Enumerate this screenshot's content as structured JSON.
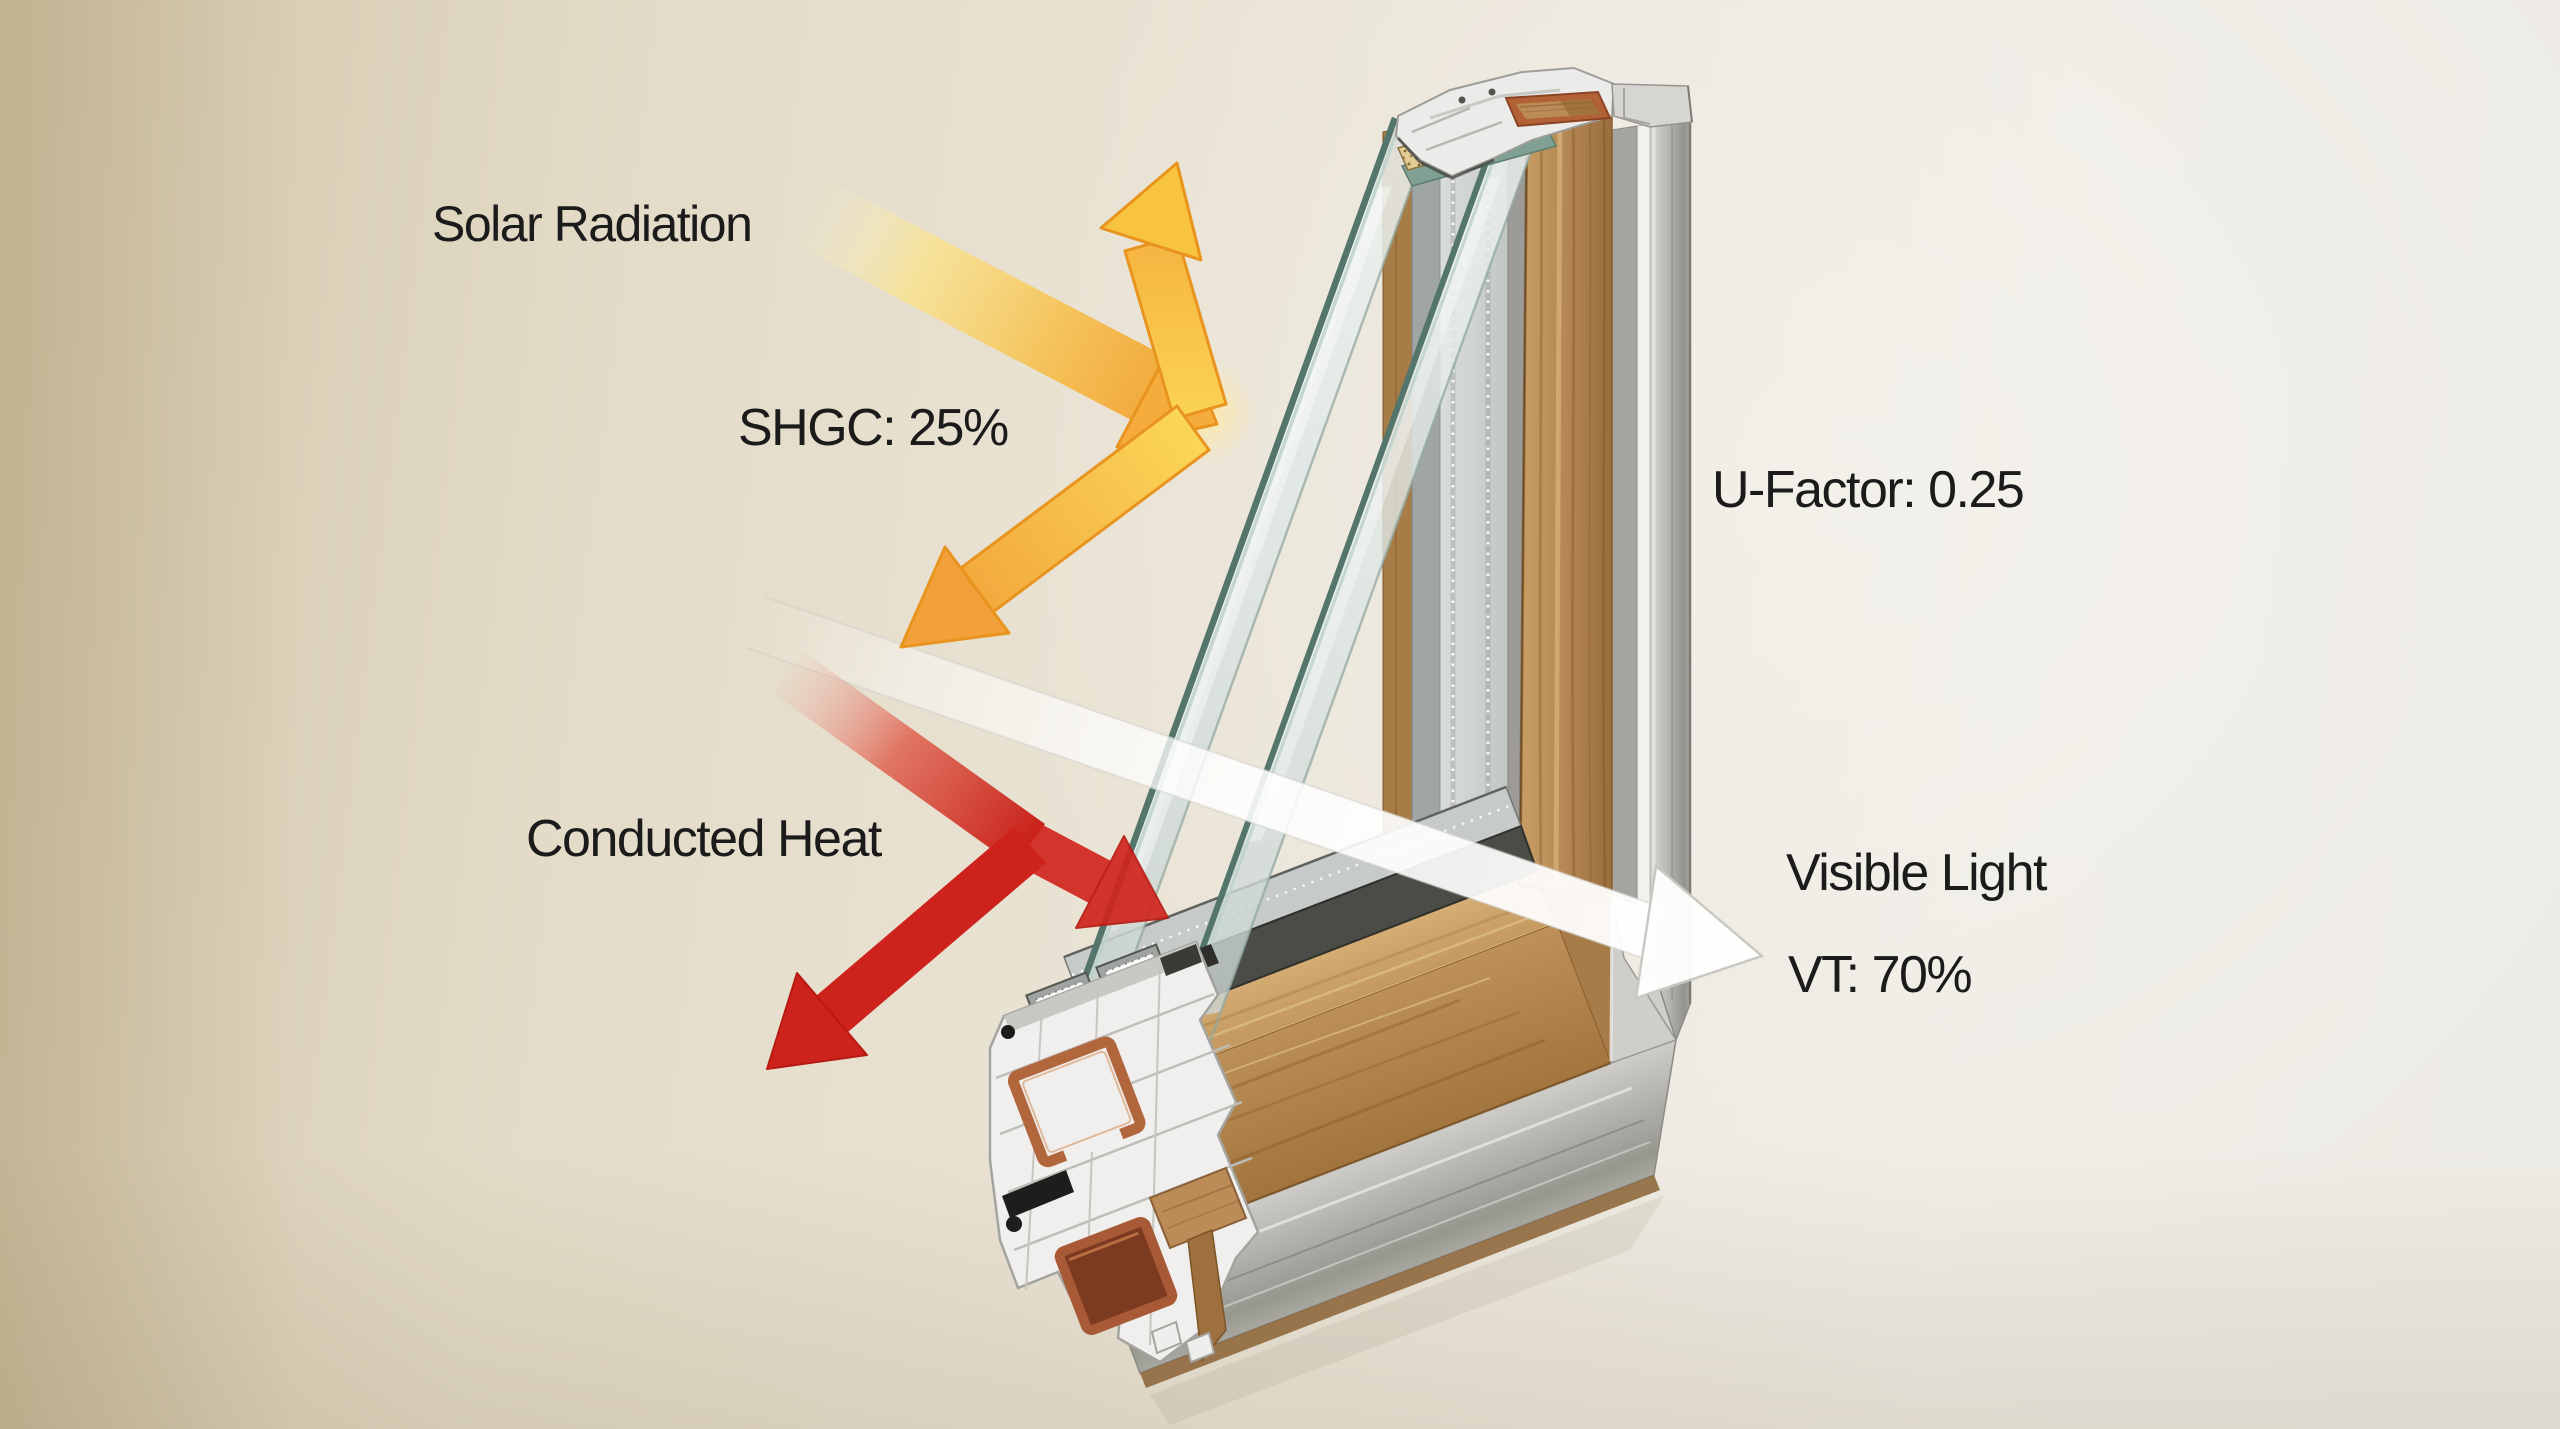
{
  "diagram": {
    "type": "window-energy-performance-cutaway",
    "labels": {
      "solar_radiation": "Solar Radiation",
      "shgc": "SHGC: 25%",
      "u_factor": "U-Factor: 0.25",
      "conducted_heat": "Conducted Heat",
      "visible_light": "Visible Light",
      "vt": "VT: 70%"
    },
    "metrics": {
      "shgc_percent": 25,
      "u_factor": 0.25,
      "vt_percent": 70
    },
    "arrows": [
      {
        "name": "solar-radiation-incoming",
        "color": "#f5ac3d"
      },
      {
        "name": "solar-radiation-reflected-up",
        "color": "#f6bd3e"
      },
      {
        "name": "solar-radiation-reflected-down",
        "color": "#f2a039"
      },
      {
        "name": "conducted-heat-incoming",
        "color": "#c9211a"
      },
      {
        "name": "conducted-heat-transmitted",
        "color": "#d0251d"
      },
      {
        "name": "conducted-heat-reflected",
        "color": "#cd231c"
      },
      {
        "name": "visible-light-transmitted",
        "color": "#ffffff"
      }
    ],
    "colors": {
      "background": "#e8e1d1",
      "wood_frame": "#b3874f",
      "aluminum_cladding": "#b5b4b0",
      "pvc_profile": "#f0efed",
      "steel_reinforcement": "#b2663c",
      "glass_edge": "#54756b",
      "text": "#1b1b1b"
    }
  }
}
